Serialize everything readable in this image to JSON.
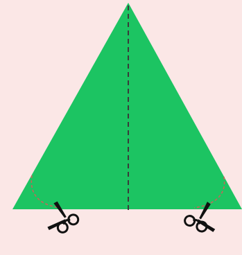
{
  "colors": {
    "background": "#fbe7e6",
    "triangle_fill": "#1cc462",
    "fold_line": "#3a3a3a",
    "cut_arc": "#c06a58",
    "scissors": "#111111"
  },
  "shapes": {
    "triangle": "green-triangle",
    "fold_line_style": "dashed",
    "cut_marks": [
      "left-corner-arc",
      "right-corner-arc"
    ]
  },
  "icons": {
    "left_tool": "scissors-icon",
    "right_tool": "scissors-icon"
  }
}
